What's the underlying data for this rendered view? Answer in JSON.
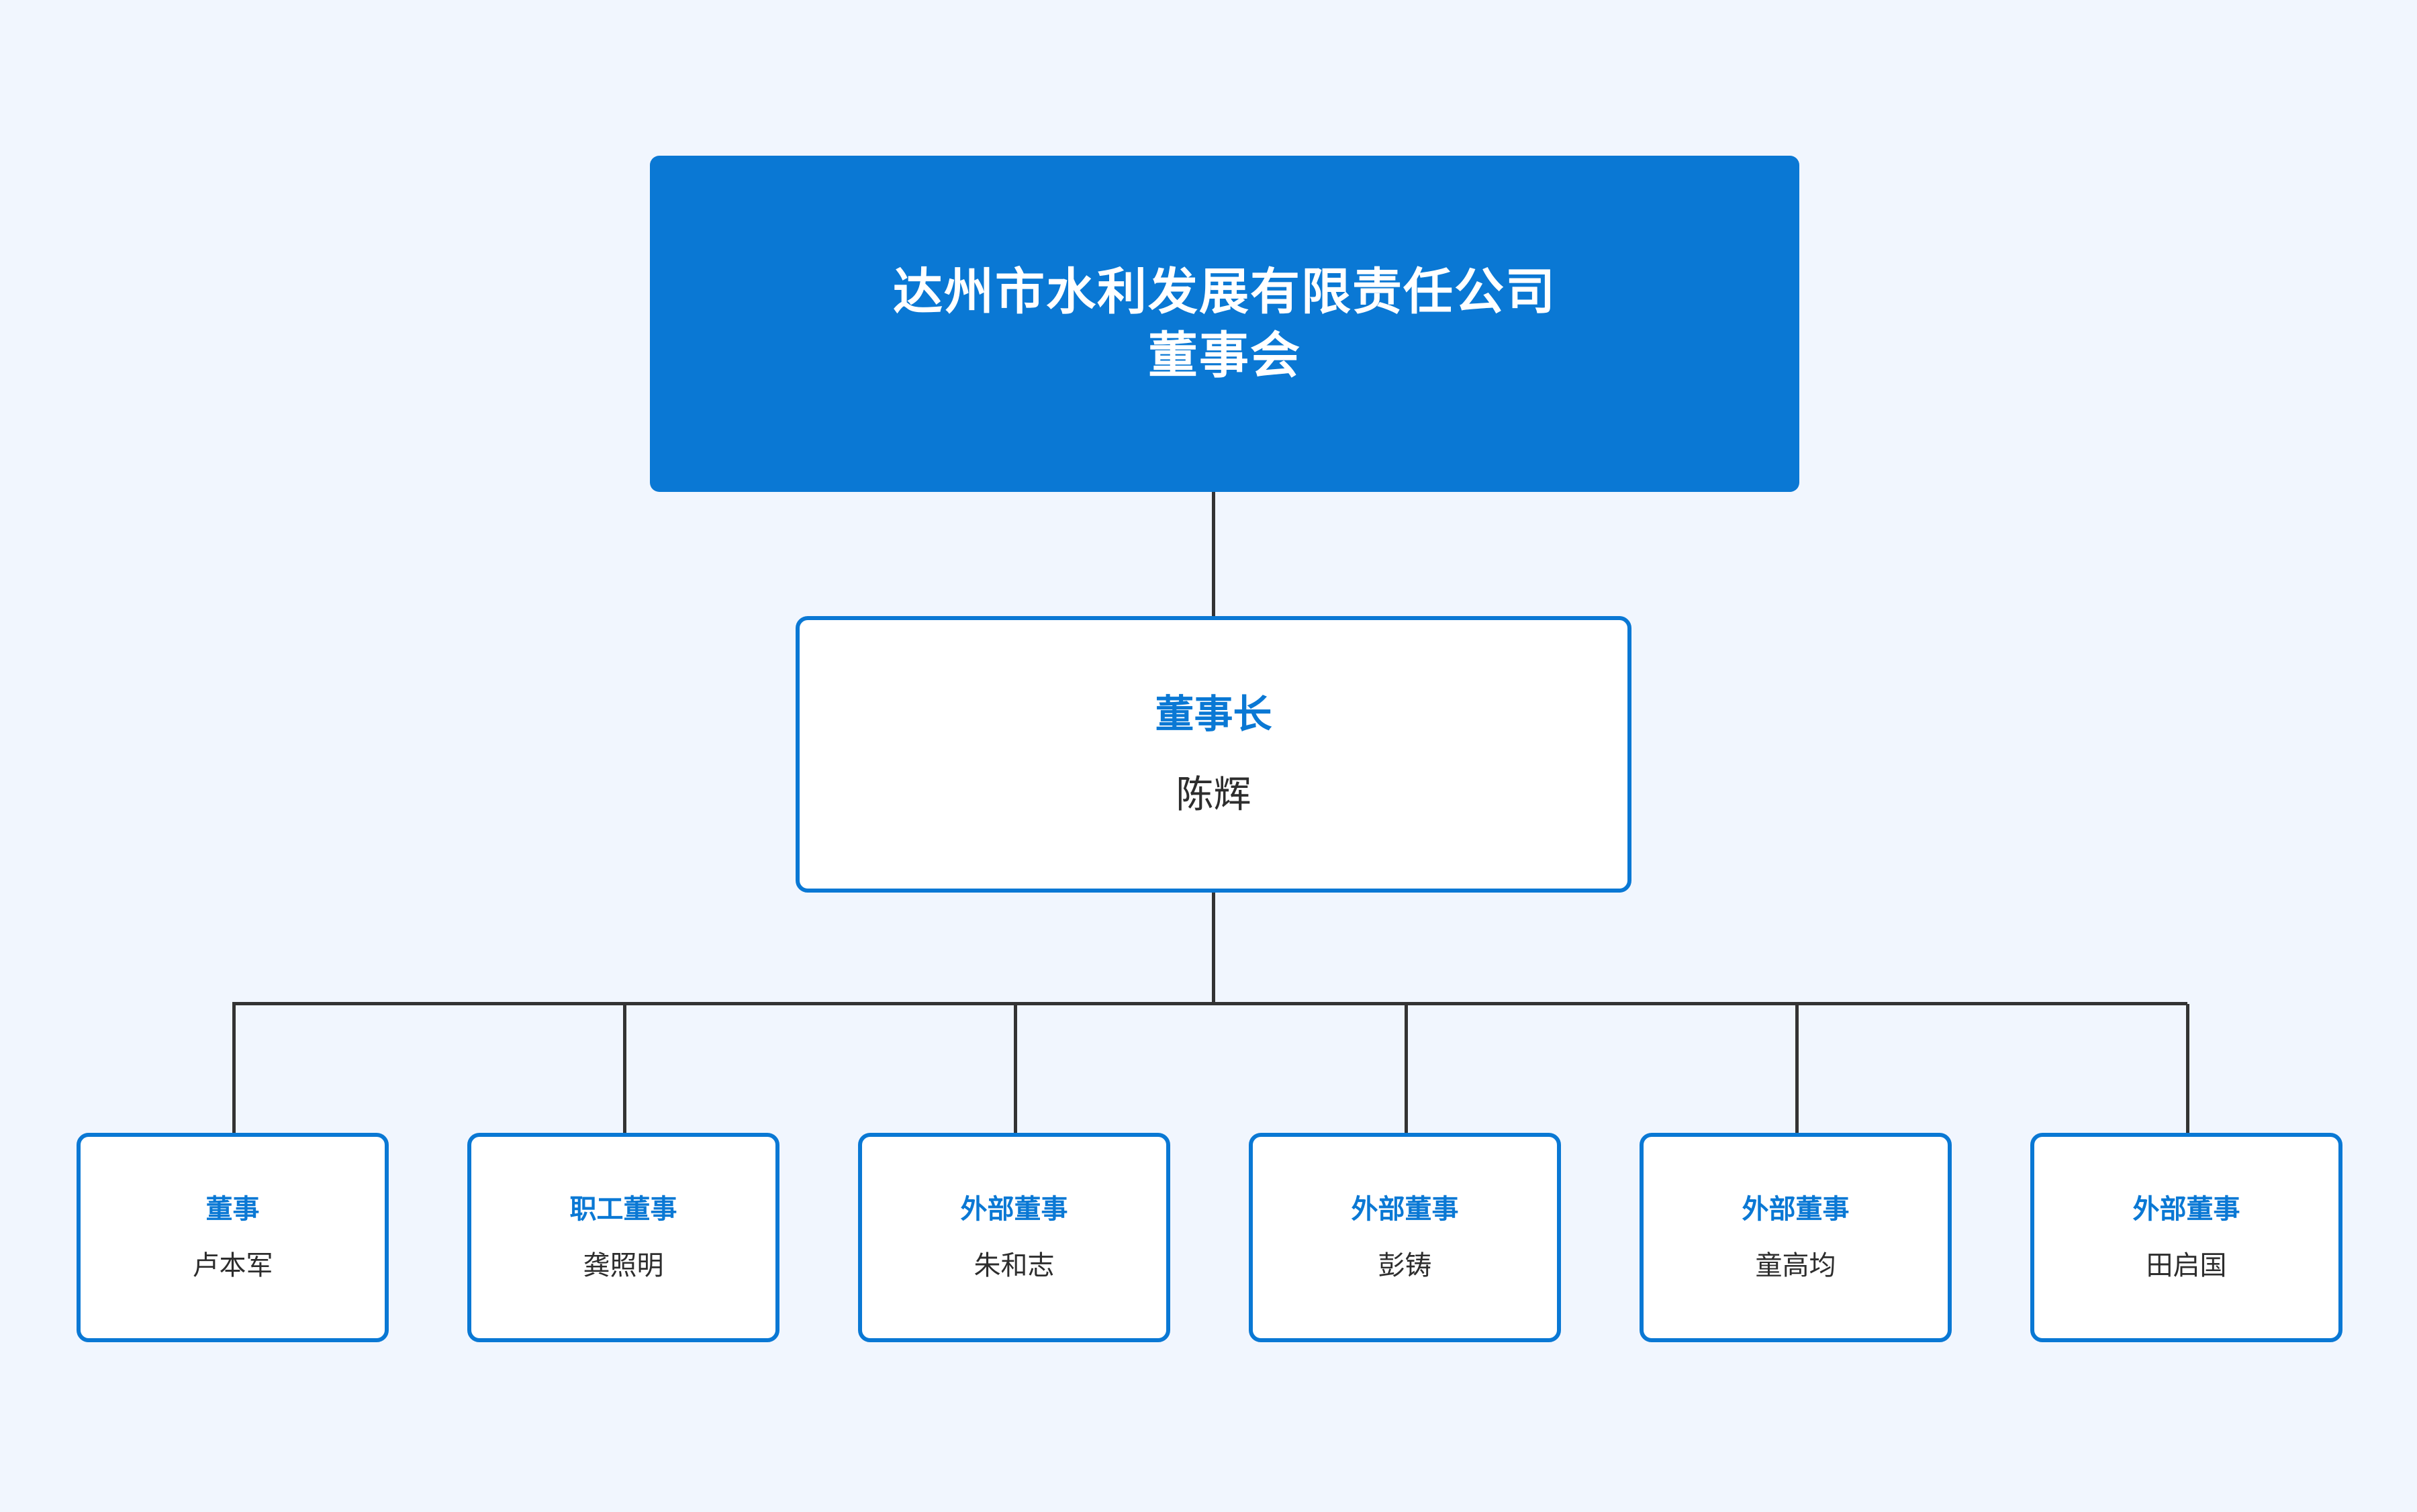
{
  "chart_data": {
    "type": "diagram",
    "diagram_kind": "organization-chart",
    "title": "达州市水利发展有限责任公司 董事会",
    "orientation": "top-down",
    "levels": 3,
    "nodes": [
      {
        "id": "board",
        "level": 0,
        "label_lines": [
          "达州市水利发展有限责任公司",
          "董事会"
        ],
        "style": "filled-blue"
      },
      {
        "id": "chairman",
        "level": 1,
        "title": "董事长",
        "person": "陈辉",
        "style": "outlined"
      },
      {
        "id": "d1",
        "level": 2,
        "title": "董事",
        "person": "卢本军",
        "style": "outlined"
      },
      {
        "id": "d2",
        "level": 2,
        "title": "职工董事",
        "person": "龚照明",
        "style": "outlined"
      },
      {
        "id": "d3",
        "level": 2,
        "title": "外部董事",
        "person": "朱和志",
        "style": "outlined"
      },
      {
        "id": "d4",
        "level": 2,
        "title": "外部董事",
        "person": "彭铸",
        "style": "outlined"
      },
      {
        "id": "d5",
        "level": 2,
        "title": "外部董事",
        "person": "童高均",
        "style": "outlined"
      },
      {
        "id": "d6",
        "level": 2,
        "title": "外部董事",
        "person": "田启国",
        "style": "outlined"
      }
    ],
    "edges": [
      {
        "from": "board",
        "to": "chairman"
      },
      {
        "from": "chairman",
        "to": "d1"
      },
      {
        "from": "chairman",
        "to": "d2"
      },
      {
        "from": "chairman",
        "to": "d3"
      },
      {
        "from": "chairman",
        "to": "d4"
      },
      {
        "from": "chairman",
        "to": "d5"
      },
      {
        "from": "chairman",
        "to": "d6"
      }
    ]
  },
  "colors": {
    "background": "#f1f6fe",
    "accent_blue": "#0a78d4",
    "node_fill": "#ffffff",
    "connector": "#333333",
    "title_text_on_blue": "#ffffff",
    "person_text": "#2d2d2d"
  },
  "root": {
    "line1": "达州市水利发展有限责任公司",
    "line2": "董事会"
  },
  "chairman": {
    "title": "董事长",
    "person": "陈辉"
  },
  "directors": [
    {
      "title": "董事",
      "person": "卢本军"
    },
    {
      "title": "职工董事",
      "person": "龚照明"
    },
    {
      "title": "外部董事",
      "person": "朱和志"
    },
    {
      "title": "外部董事",
      "person": "彭铸"
    },
    {
      "title": "外部董事",
      "person": "童高均"
    },
    {
      "title": "外部董事",
      "person": "田启国"
    }
  ]
}
